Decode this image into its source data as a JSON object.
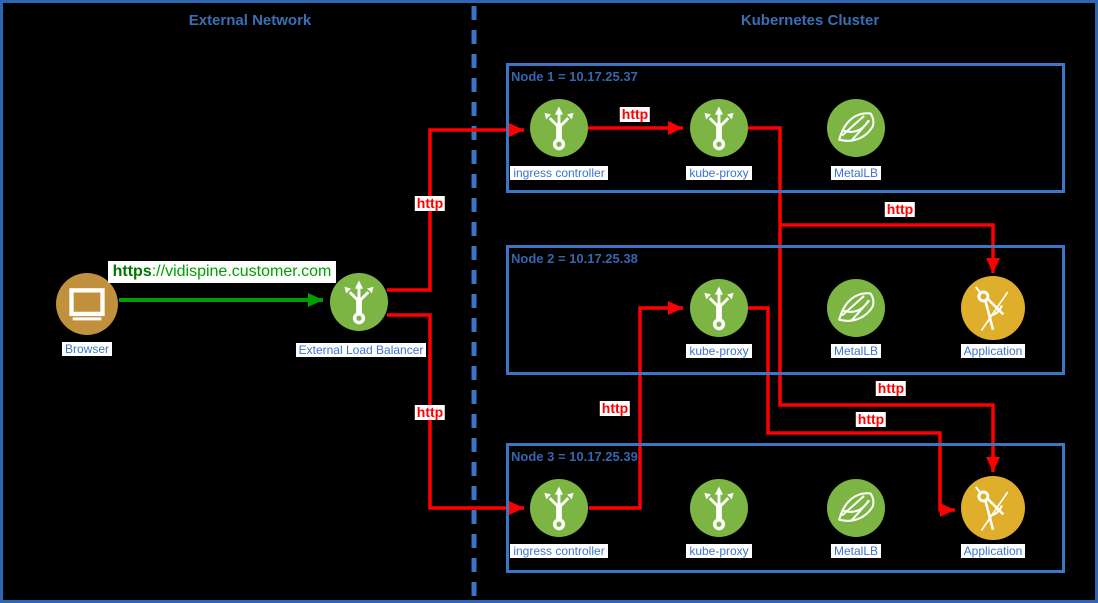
{
  "colors": {
    "background": "#000000",
    "outer_border": "#2E66B4",
    "box_border_blue": "#3A76C4",
    "title_text_blue": "#3A6FB5",
    "component_label_blue": "#3C73CC",
    "component_green": "#7CB543",
    "application_gold": "#DFAF2C",
    "browser_gold": "#C1903C",
    "edge_red": "#FF0000",
    "edge_green": "#009C00",
    "label_background": "#FFFFFF",
    "icon_glyph": "#FFFFFF"
  },
  "sections": {
    "external_network": {
      "title": "External Network"
    },
    "kubernetes_cluster": {
      "title": "Kubernetes Cluster"
    }
  },
  "external": {
    "browser": {
      "label": "Browser",
      "icon": "monitor-icon"
    },
    "load_balancer": {
      "label": "External Load Balancer",
      "icon": "load-balancer-icon"
    }
  },
  "nodes": [
    {
      "title": "Node 1 = 10.17.25.37",
      "ip": "10.17.25.37",
      "components": [
        {
          "type": "ingress-controller",
          "label": "ingress controller",
          "icon": "load-balancer-icon"
        },
        {
          "type": "kube-proxy",
          "label": "kube-proxy",
          "icon": "load-balancer-icon"
        },
        {
          "type": "metallb",
          "label": "MetalLB",
          "icon": "metallb-mesh-icon"
        }
      ]
    },
    {
      "title": "Node 2 = 10.17.25.38",
      "ip": "10.17.25.38",
      "components": [
        {
          "type": "kube-proxy",
          "label": "kube-proxy",
          "icon": "load-balancer-icon"
        },
        {
          "type": "metallb",
          "label": "MetalLB",
          "icon": "metallb-mesh-icon"
        },
        {
          "type": "application",
          "label": "Application",
          "icon": "compass-icon"
        }
      ]
    },
    {
      "title": "Node 3 = 10.17.25.39",
      "ip": "10.17.25.39",
      "components": [
        {
          "type": "ingress-controller",
          "label": "ingress controller",
          "icon": "load-balancer-icon"
        },
        {
          "type": "kube-proxy",
          "label": "kube-proxy",
          "icon": "load-balancer-icon"
        },
        {
          "type": "metallb",
          "label": "MetalLB",
          "icon": "metallb-mesh-icon"
        },
        {
          "type": "application",
          "label": "Application",
          "icon": "compass-icon"
        }
      ]
    }
  ],
  "edges": [
    {
      "from": "Browser",
      "to": "External Load Balancer",
      "protocol": "https",
      "label_bold": "https",
      "label_rest": "://vidispine.customer.com"
    },
    {
      "from": "External Load Balancer",
      "to": "Node 1 ingress controller",
      "protocol": "http",
      "label": "http"
    },
    {
      "from": "External Load Balancer",
      "to": "Node 3 ingress controller",
      "protocol": "http",
      "label": "http"
    },
    {
      "from": "Node 1 ingress controller",
      "to": "Node 1 kube-proxy",
      "protocol": "http",
      "label": "http"
    },
    {
      "from": "Node 1 kube-proxy",
      "to": "Node 2 Application",
      "protocol": "http",
      "label": "http"
    },
    {
      "from": "Node 1 kube-proxy",
      "to": "Node 3 Application",
      "protocol": "http",
      "label": "http"
    },
    {
      "from": "Node 2 kube-proxy",
      "to": "Node 3 Application",
      "protocol": "http",
      "label": "http"
    },
    {
      "from": "Node 3 ingress controller",
      "to": "Node 2 kube-proxy",
      "protocol": "http",
      "label": "http"
    }
  ]
}
